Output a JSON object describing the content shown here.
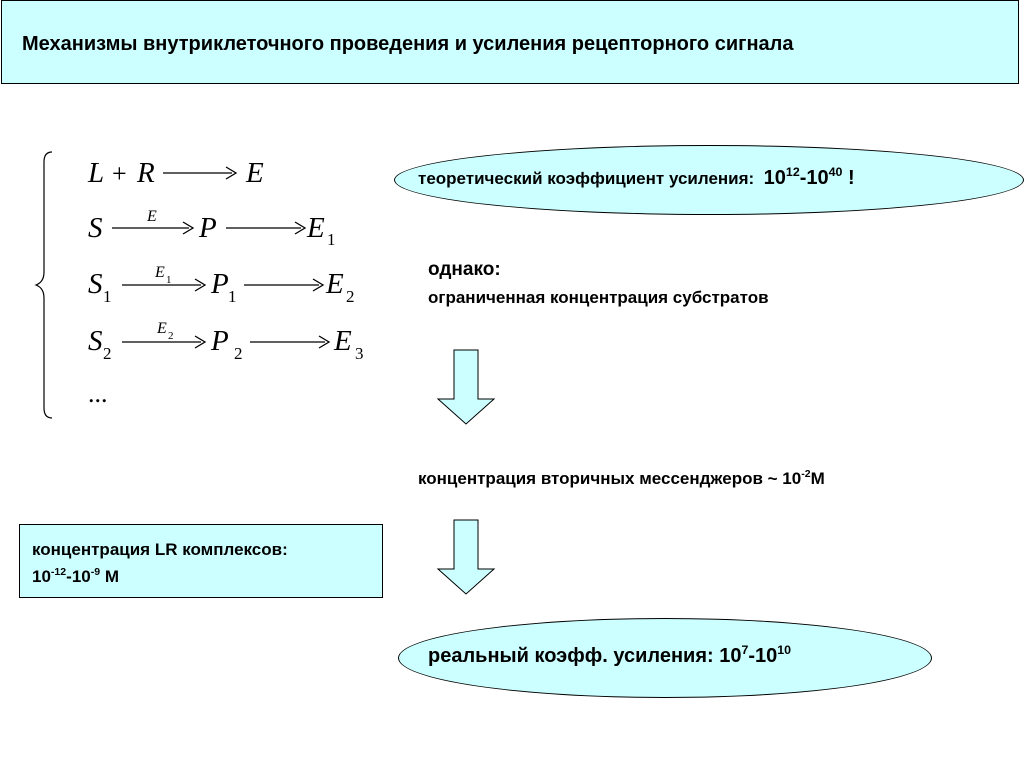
{
  "title": "Механизмы внутриклеточного проведения и усиления рецепторного сигнала",
  "theoretical": {
    "label": "теоретический коэффициент усиления:",
    "base1": "10",
    "exp1": "12",
    "sep": "-",
    "base2": "10",
    "exp2": "40",
    "end": " !"
  },
  "however": {
    "heading": "однако:",
    "text": "ограниченная концентрация субстратов"
  },
  "messengers": {
    "label": "концентрация вторичных мессенджеров ~ 10",
    "exp": "-2",
    "unit": "M"
  },
  "lr": {
    "line1": "концентрация LR комплексов:",
    "base1": "10",
    "exp1": "-12",
    "sep": "-",
    "base2": "10",
    "exp2": "-9",
    "unit": " M"
  },
  "real": {
    "label": "реальный коэфф. усиления: ",
    "base1": "10",
    "exp1": "7",
    "sep": "-",
    "base2": "10",
    "exp2": "10"
  },
  "equations": {
    "eq1": {
      "a": "L",
      "plus": "+",
      "b": "R",
      "c": "E"
    },
    "eq2": {
      "a": "S",
      "above": "E",
      "b": "P",
      "c": "E",
      "c_sub": "1"
    },
    "eq3": {
      "a": "S",
      "a_sub": "1",
      "above": "E",
      "above_sub": "1",
      "b": "P",
      "b_sub": "1",
      "c": "E",
      "c_sub": "2"
    },
    "eq4": {
      "a": "S",
      "a_sub": "2",
      "above": "E",
      "above_sub": "2",
      "b": "P",
      "b_sub": "2",
      "c": "E",
      "c_sub": "3"
    },
    "ellipsis": "..."
  },
  "colors": {
    "fill": "#ccffff",
    "stroke": "#000000"
  }
}
